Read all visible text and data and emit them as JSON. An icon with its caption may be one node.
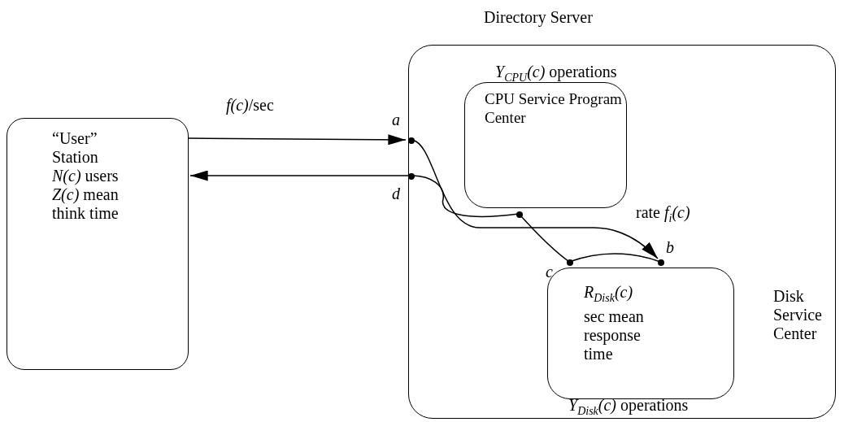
{
  "diagram": {
    "nodes": [
      {
        "text": [
          "“User” Station *N(c)* users *Z(c)* mean think time"
        ]
      },
      {
        "text": [
          "Directory Server"
        ]
      },
      {
        "text": [
          "*Y*$_{CPU}$*(c)* operations",
          "CPU Service Program Center"
        ],
        "in": 1
      },
      {
        "text": [
          "*R*$_{Disk}$*(c)* sec mean response time",
          "*Y*$_{Disk}$*(c)* operations"
        ],
        "in": 1,
        "beside": [
          "Disk Service Center"
        ]
      },
      {
        "text": [
          "a"
        ],
        "in": 1
      },
      {
        "text": [
          "b"
        ],
        "in": 1
      },
      {
        "text": [
          "c"
        ],
        "in": 1
      },
      {
        "text": [
          "d"
        ],
        "in": 1
      },
      {
        "text": [],
        "shape": "circle",
        "in": 1
      }
    ],
    "edges": [
      {
        "from": 0,
        "to": 4,
        "arrow": "to",
        "label": "*f(c)*/sec"
      },
      {
        "from": 4,
        "to": 5,
        "arrow": "to",
        "label": "rate *f*$_{i}$*(c)*"
      },
      {
        "from": 5,
        "to": 6,
        "arrow": "none"
      },
      {
        "from": 6,
        "to": 8,
        "arrow": "none"
      },
      {
        "from": 8,
        "to": 7,
        "arrow": "none"
      },
      {
        "from": 7,
        "to": 0,
        "arrow": "to"
      }
    ]
  }
}
